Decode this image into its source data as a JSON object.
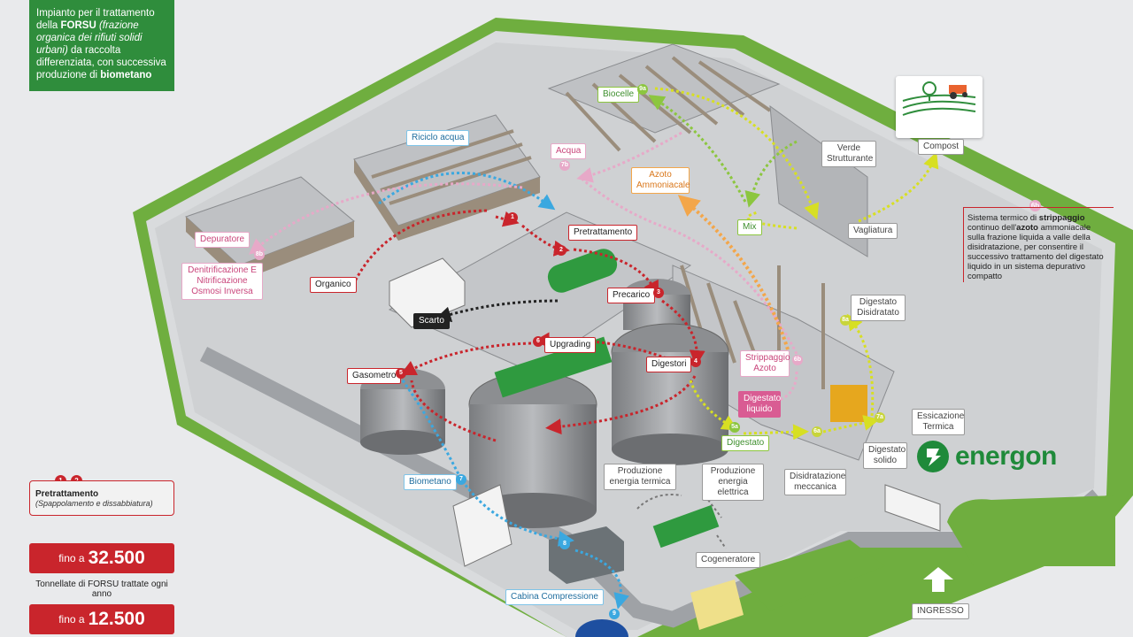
{
  "title": {
    "line_prefix": "Impianto per il trattamento della ",
    "bold1": "FORSU",
    "italic": "(frazione organica dei rifiuti solidi urbani)",
    "middle": "da raccolta differenziata, con successiva produzione di ",
    "bold2": "biometano"
  },
  "legend": {
    "num1": "1",
    "num2": "2",
    "title": "Pretrattamento",
    "subtitle": "(Spappolamento e dissabbiatura)"
  },
  "stats": [
    {
      "prefix": "fino a",
      "value": "32.500",
      "caption": "Tonnellate di FORSU trattate ogni anno"
    },
    {
      "prefix": "fino a",
      "value": "12.500"
    }
  ],
  "note": {
    "num": "6b",
    "text_before": "Sistema termico di ",
    "bold1": "strippaggio",
    "text_mid": " continuo dell'",
    "bold2": "azoto",
    "text_after": " ammoniacale sulla frazione liquida a valle della disidratazione, per consentire il successivo trattamento del digestato liquido in un sistema depurativo compatto"
  },
  "labels": {
    "riciclo_acqua": "Riciclo acqua",
    "depuratore": "Depuratore",
    "denitrificazione": "Denitrificazione E Nitrificazione Osmosi Inversa",
    "organico": "Organico",
    "pretrattamento": "Pretrattamento",
    "precarico": "Precarico",
    "scarto": "Scarto",
    "upgrading": "Upgrading",
    "gasometro": "Gasometro",
    "digestori": "Digestori",
    "biometano": "Biometano",
    "cabina_compressione": "Cabina Compressione",
    "produzione_termica": "Produzione energia termica",
    "produzione_elettrica": "Produzione energia elettrica",
    "cogeneratore": "Cogeneratore",
    "acqua": "Acqua",
    "biocelle": "Biocelle",
    "azoto_ammoniacale": "Azoto Ammoniacale",
    "mix": "Mix",
    "verde_strutturante": "Verde Strutturante",
    "vagliatura": "Vagliatura",
    "compost": "Compost",
    "digestato_disidratato": "Digestato Disidratato",
    "strippaggio_azoto": "Strippaggio Azoto",
    "digestato_liquido": "Digestato liquido",
    "digestato": "Digestato",
    "disidratazione_meccanica": "Disidratazione meccanica",
    "essicazione_termica": "Essicazione Termica",
    "digestato_solido": "Digestato solido",
    "ingresso": "INGRESSO",
    "brand": "energon"
  },
  "step_numbers": {
    "s1": "1",
    "s2": "2",
    "s3": "3",
    "s4": "4",
    "s5": "5",
    "s6": "6",
    "s7": "7",
    "s8": "8",
    "s9": "9",
    "s5a": "5a",
    "s6a": "6a",
    "s6b": "6b",
    "s7a": "7a",
    "s7b": "7b",
    "s8a": "8a",
    "s8b": "8b",
    "s9a": "9a"
  },
  "colors": {
    "title_green": "#2f8d3c",
    "accent_red": "#c9252c",
    "flow_blue": "#3ba8e0",
    "flow_pink": "#e7a9c8",
    "flow_green": "#8cc63f",
    "flow_orange": "#f3a64a",
    "flow_yellow": "#d7df23",
    "grass": "#6fae3f"
  }
}
